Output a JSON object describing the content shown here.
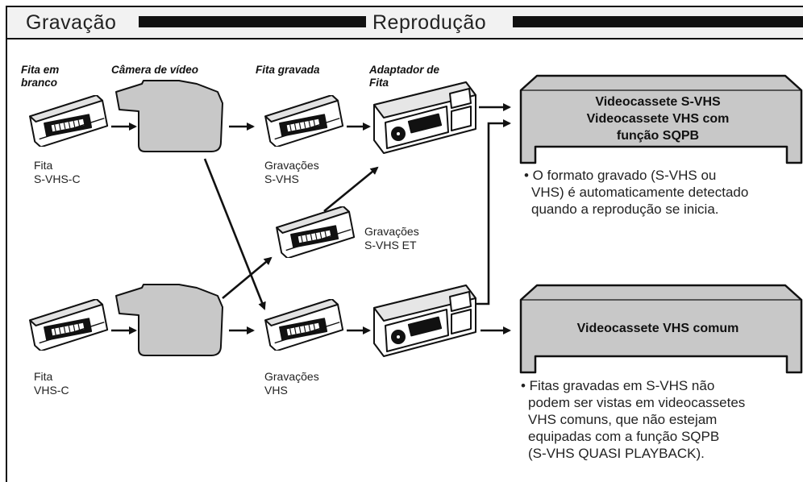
{
  "header": {
    "left_title": "Gravação",
    "right_title": "Reprodução"
  },
  "captions": {
    "blank_tape": [
      "Fita em",
      "branco"
    ],
    "camera": "Câmera de vídeo",
    "recorded_tape": "Fita gravada",
    "adapter": [
      "Adaptador de",
      "Fita"
    ]
  },
  "labels": {
    "tape_svhs_c": [
      "Fita",
      "S-VHS-C"
    ],
    "tape_vhs_c": [
      "Fita",
      "VHS-C"
    ],
    "rec_svhs": [
      "Gravações",
      "S-VHS"
    ],
    "rec_svhs_et": [
      "Gravações",
      "S-VHS ET"
    ],
    "rec_vhs": [
      "Gravações",
      "VHS"
    ]
  },
  "vcr_top": {
    "lines": [
      "Videocassete S-VHS",
      "Videocassete VHS com",
      "função SQPB"
    ],
    "note": [
      "• O formato gravado (S-VHS ou",
      "VHS) é automaticamente detectado",
      "quando a reprodução se inicia."
    ]
  },
  "vcr_bottom": {
    "lines": [
      "Videocassete VHS comum"
    ],
    "note": [
      "• Fitas gravadas em S-VHS não",
      "podem ser vistas em videocassetes",
      "VHS comuns, que não estejam",
      "equipadas com a função SQPB",
      "(S-VHS QUASI PLAYBACK)."
    ]
  },
  "colors": {
    "device_fill": "#c8c8c8",
    "stroke": "#111111",
    "header_bg": "#f2f2f2"
  },
  "icons": [
    "cassette-icon",
    "camcorder-icon",
    "tape-adapter-icon",
    "vcr-icon",
    "arrow-icon"
  ]
}
